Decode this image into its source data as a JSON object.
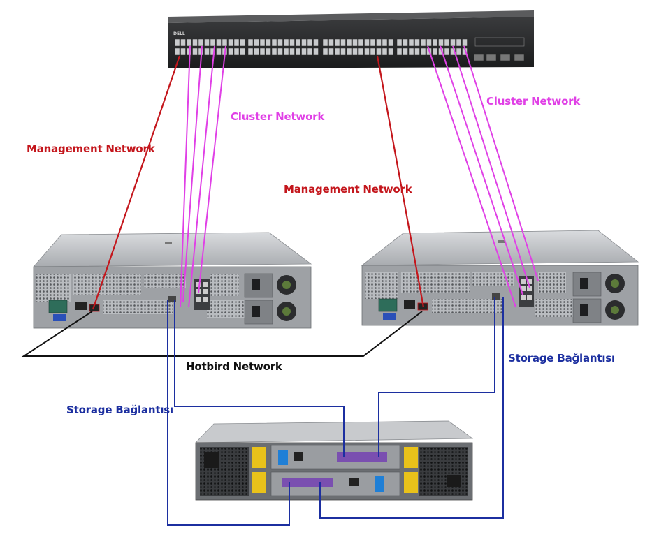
{
  "labels": {
    "mgmt_left": "Management Network",
    "mgmt_right": "Management Network",
    "cluster_left": "Cluster Network",
    "cluster_right": "Cluster Network",
    "hotbird": "Hotbird Network",
    "storage_left": "Storage Bağlantısı",
    "storage_right": "Storage Bağlantısı"
  },
  "switch": {
    "brand": "DELL"
  },
  "colors": {
    "management": "#c4161c",
    "cluster": "#e040e6",
    "hotbird": "#111111",
    "storage": "#1c2fa0"
  }
}
